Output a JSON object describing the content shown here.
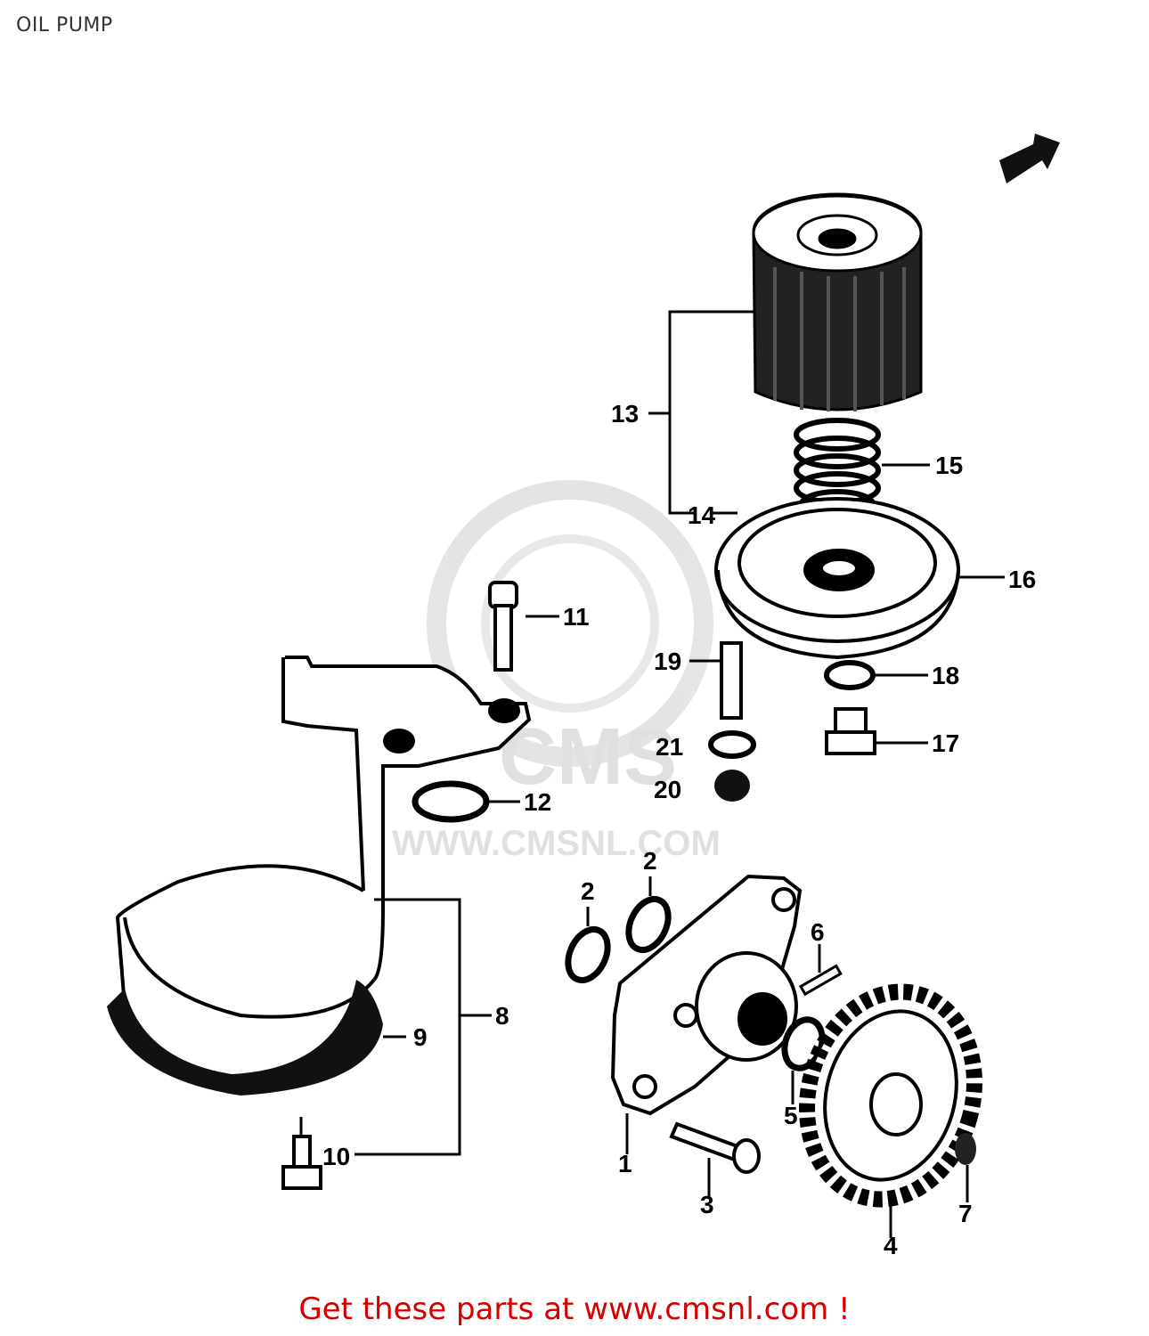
{
  "title": "OIL PUMP",
  "watermark": {
    "brand": "CMS",
    "url": "WWW.CMSNL.COM"
  },
  "callouts": [
    "1",
    "2",
    "2",
    "3",
    "4",
    "5",
    "6",
    "7",
    "8",
    "9",
    "10",
    "11",
    "12",
    "13",
    "14",
    "15",
    "16",
    "17",
    "18",
    "19",
    "20",
    "21"
  ],
  "footer": "Get these parts at www.cmsnl.com !",
  "colors": {
    "footer": "#d40000",
    "lines": "#000000",
    "watermark": "#dddddd"
  }
}
